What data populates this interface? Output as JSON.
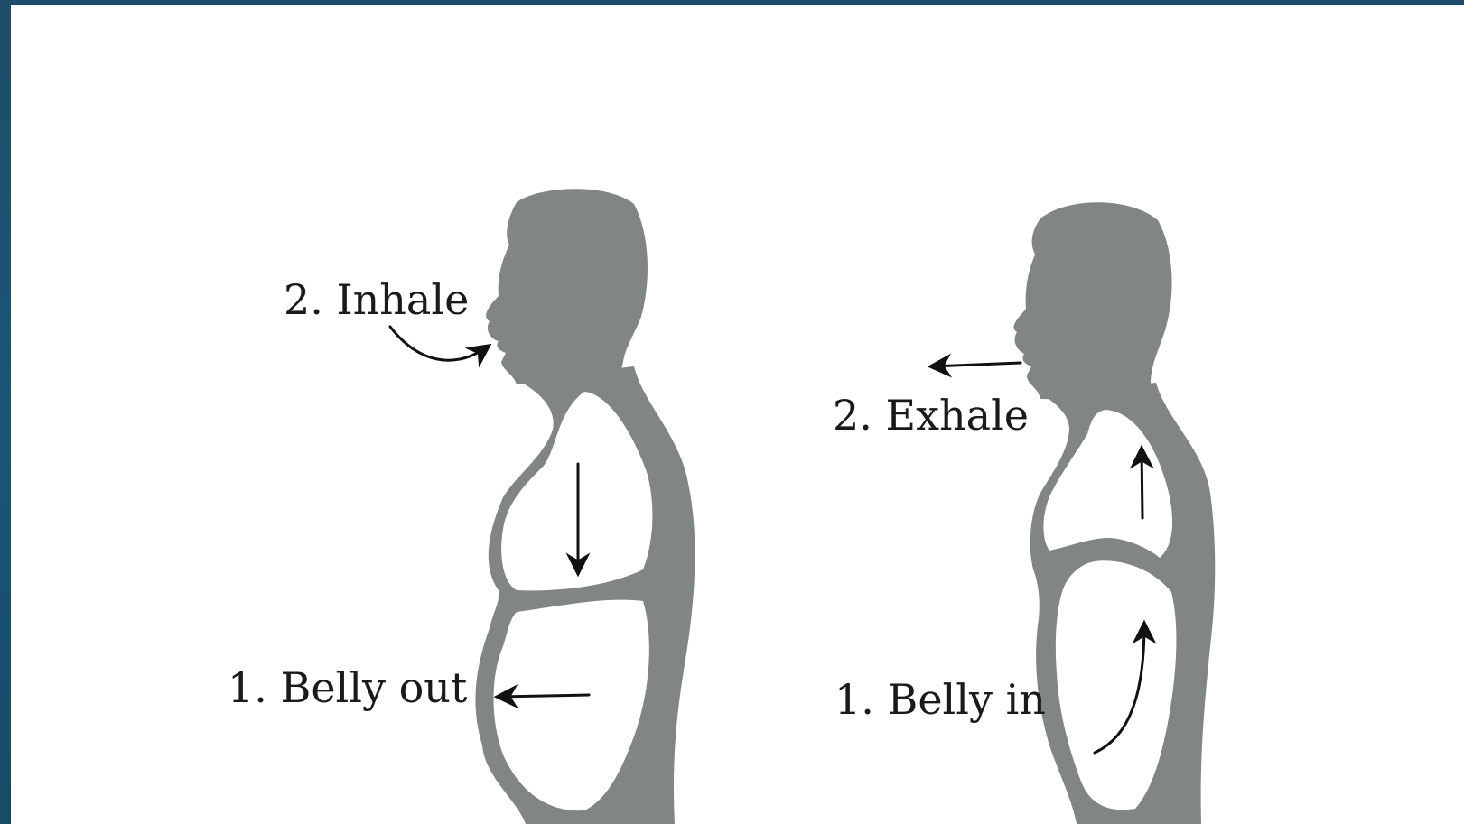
{
  "diagram": {
    "colors": {
      "frame": "#1a4a66",
      "background": "#ffffff",
      "silhouette": "#818586",
      "text": "#1a1a1a"
    },
    "left_figure": {
      "inhale_label": "2. Inhale",
      "belly_label": "1. Belly out"
    },
    "right_figure": {
      "exhale_label": "2. Exhale",
      "belly_label": "1. Belly in"
    }
  }
}
